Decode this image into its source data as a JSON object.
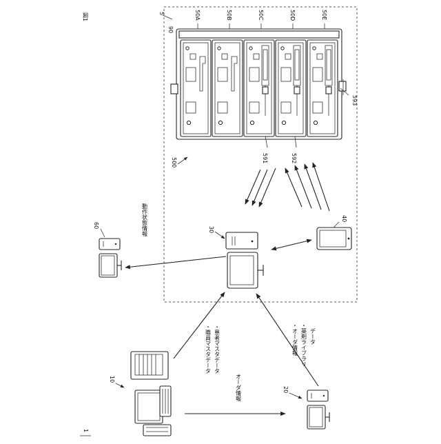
{
  "figure": {
    "title": "図1",
    "system_ref": "1"
  },
  "facility": {
    "ref": "5",
    "rack_ref": "90",
    "system_ref": "500"
  },
  "pumps": [
    {
      "ref": "50A"
    },
    {
      "ref": "50B"
    },
    {
      "ref": "50C"
    },
    {
      "ref": "50D"
    },
    {
      "ref": "50E"
    }
  ],
  "signals": {
    "s591": "591",
    "s592": "592",
    "s593": "593"
  },
  "nodes": {
    "n10": "10",
    "n20": "20",
    "n30": "30",
    "n40": "40",
    "n60": "60"
  },
  "flows": {
    "to_60": "動作状態情報",
    "to_30_from_10_line1": "・職員マスタデータ",
    "to_30_from_10_line2": "・患者マスタデータ",
    "to_20": "オーダ情報",
    "to_30_from_20_line1": "・オーダ情報",
    "to_30_from_20_line2": "・薬剤ライブラリ",
    "to_30_from_20_line3": "　データ"
  }
}
